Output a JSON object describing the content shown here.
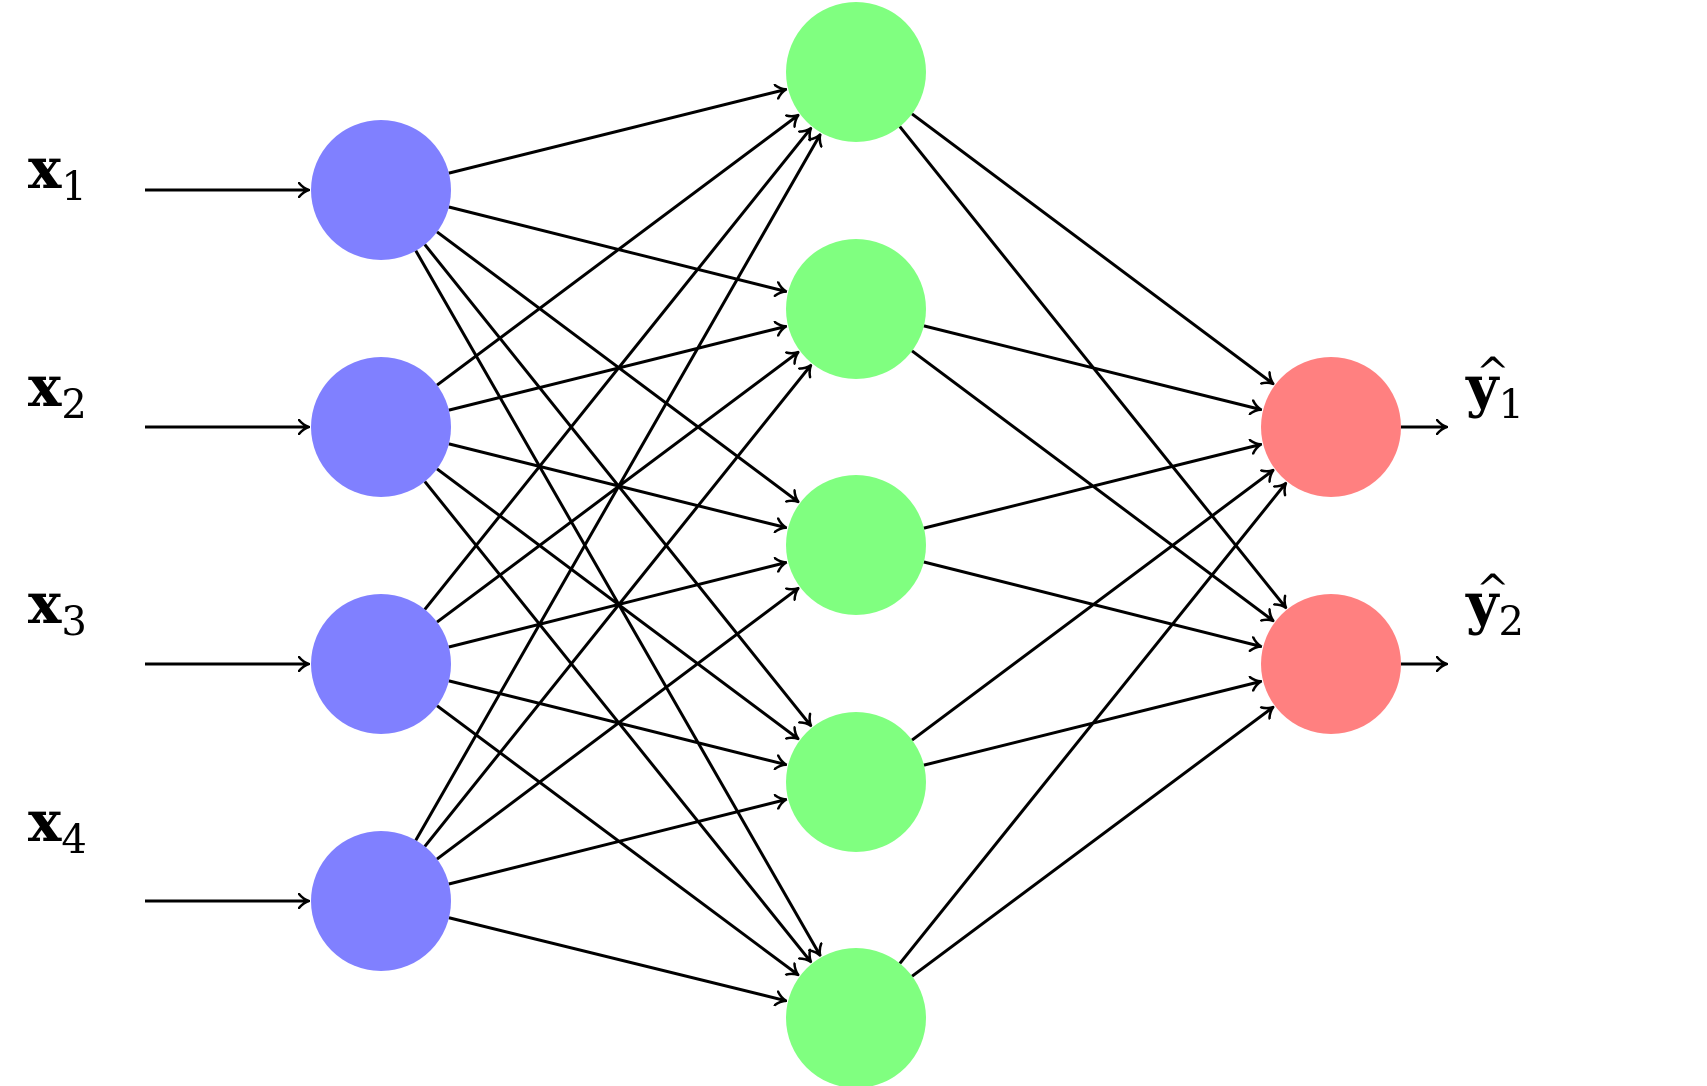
{
  "network": {
    "inputs": [
      {
        "symbol": "x",
        "sub": "1"
      },
      {
        "symbol": "x",
        "sub": "2"
      },
      {
        "symbol": "x",
        "sub": "3"
      },
      {
        "symbol": "x",
        "sub": "4"
      }
    ],
    "outputs": [
      {
        "symbol": "y",
        "hat": "^",
        "sub": "1"
      },
      {
        "symbol": "y",
        "hat": "^",
        "sub": "2"
      }
    ],
    "layers": {
      "input": {
        "count": 4,
        "color": "#8080ff"
      },
      "hidden": {
        "count": 5,
        "color": "#80ff80"
      },
      "output": {
        "count": 2,
        "color": "#ff8080"
      }
    }
  }
}
